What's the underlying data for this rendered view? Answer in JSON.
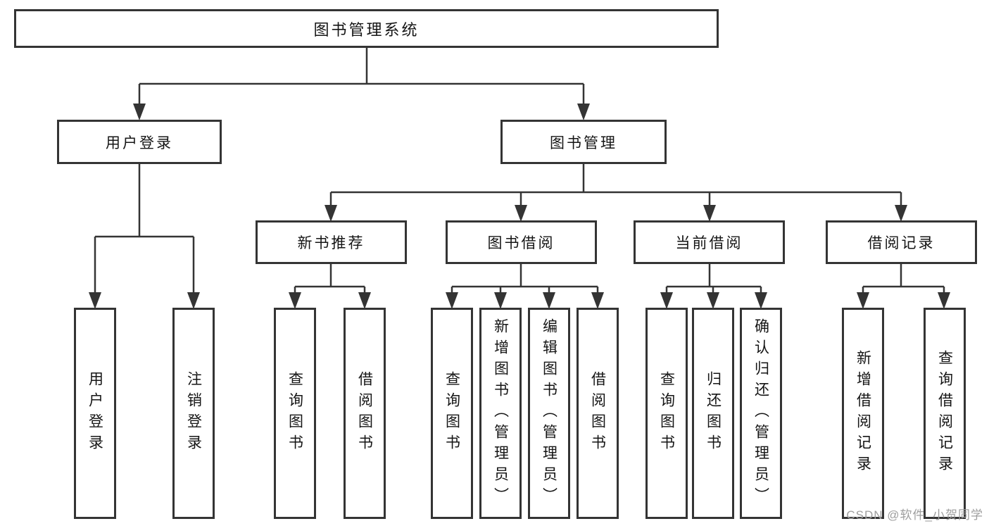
{
  "diagram": {
    "root": "图书管理系统",
    "level2": [
      "用户登录",
      "图书管理"
    ],
    "level3": [
      "新书推荐",
      "图书借阅",
      "当前借阅",
      "借阅记录"
    ],
    "leaves": {
      "user_login": [
        "用户登录",
        "注销登录"
      ],
      "new_book": [
        "查询图书",
        "借阅图书"
      ],
      "book_borrow": [
        "查询图书",
        "新增图书（管理员）",
        "编辑图书（管理员）",
        "借阅图书"
      ],
      "current_borrow": [
        "查询图书",
        "归还图书",
        "确认归还（管理员）"
      ],
      "borrow_records": [
        "新增借阅记录",
        "查询借阅记录"
      ]
    }
  },
  "watermark": "CSDN @软件_小贺同学",
  "colors": {
    "line": "#343434",
    "box_border": "#343434",
    "text": "#151515",
    "watermark": "#9e9e9e",
    "background": "#ffffff"
  }
}
